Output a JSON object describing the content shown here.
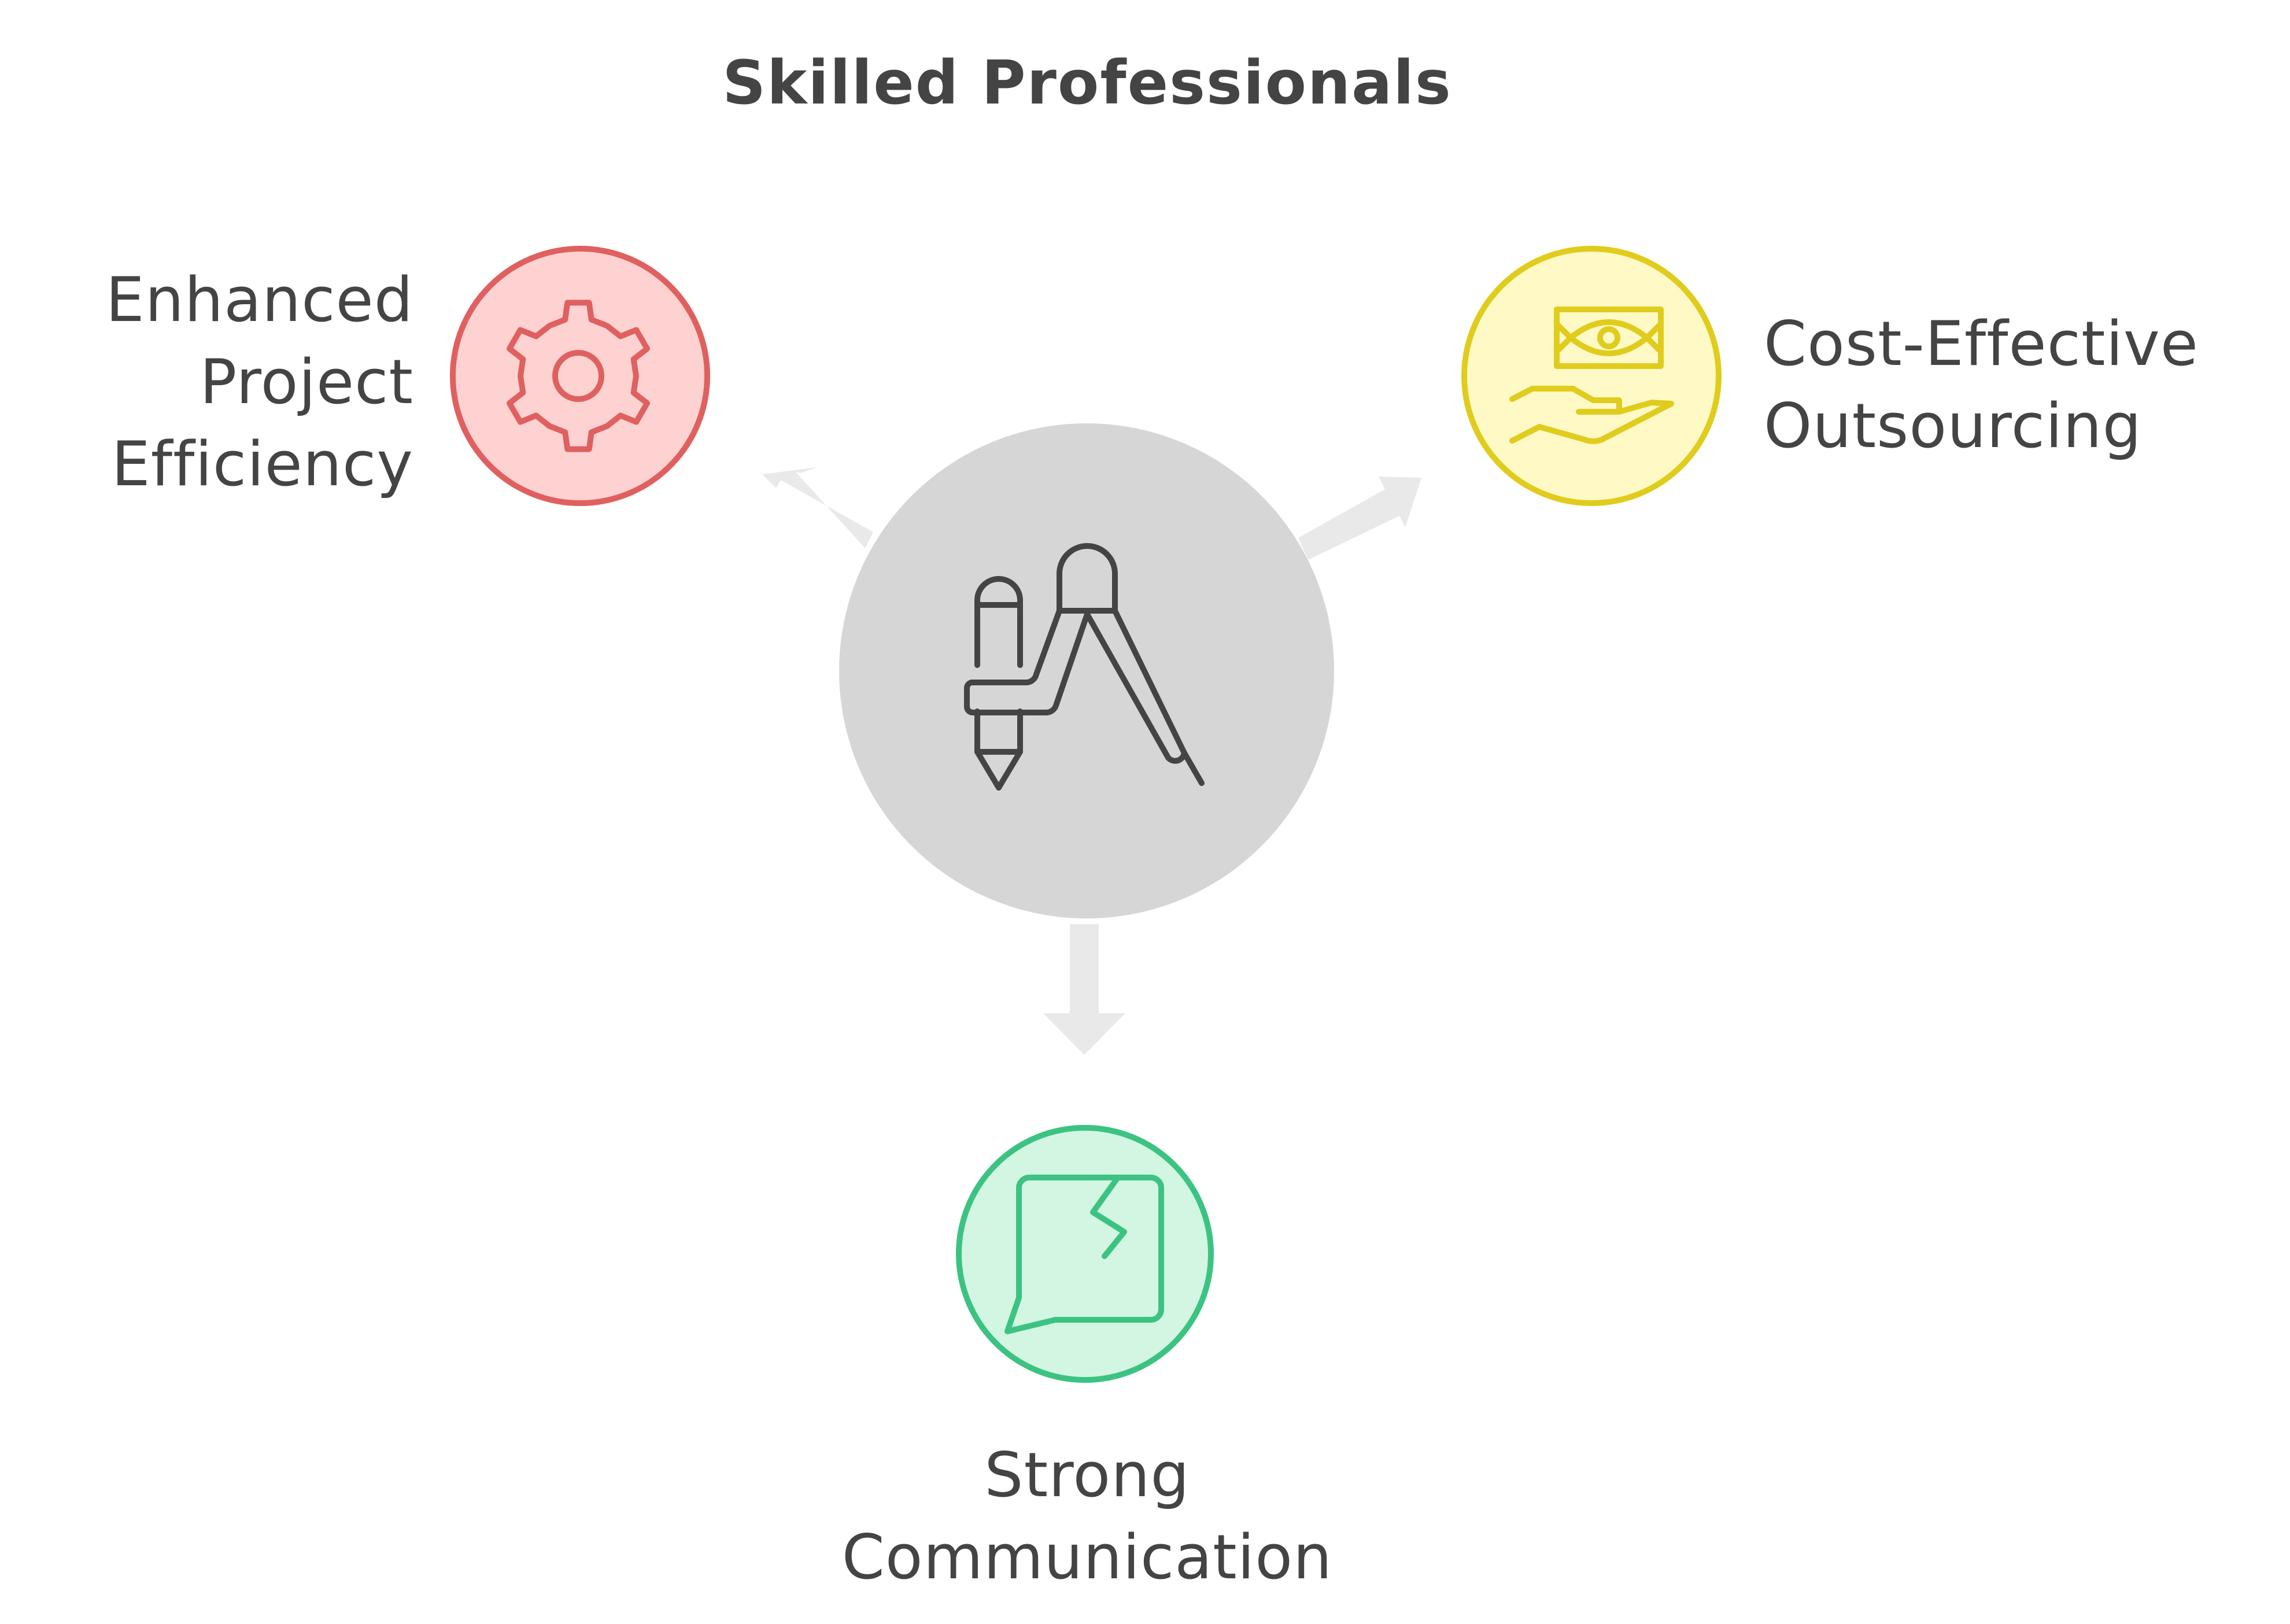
{
  "title": "Skilled Professionals",
  "center": {
    "icon": "drafting-compass-pencil-icon",
    "color": "#d6d6d6"
  },
  "nodes": [
    {
      "id": "efficiency",
      "label_lines": [
        "Enhanced",
        "Project",
        "Efficiency"
      ],
      "icon": "gear-icon",
      "fill": "#ffd2d2",
      "stroke": "#e06060"
    },
    {
      "id": "cost",
      "label_lines": [
        "Cost-Effective",
        "Outsourcing"
      ],
      "icon": "money-hand-icon",
      "fill": "#fff9c6",
      "stroke": "#e0cc1c"
    },
    {
      "id": "communication",
      "label_lines": [
        "Strong",
        "Communication"
      ],
      "icon": "broken-speech-bubble-icon",
      "fill": "#d3f6e3",
      "stroke": "#3cc382"
    }
  ],
  "arrow_color": "#e9e9e9",
  "text_color": "#444444"
}
